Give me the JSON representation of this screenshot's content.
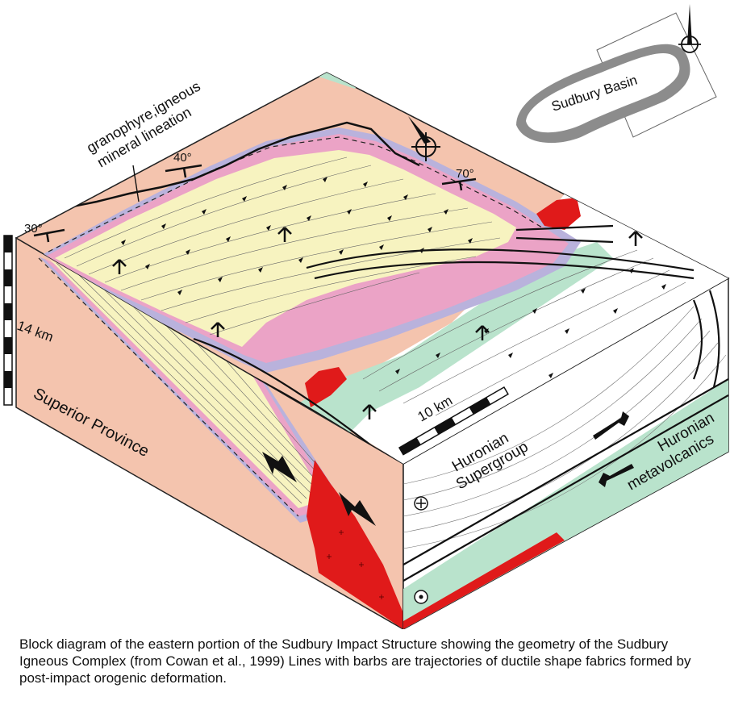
{
  "labels": {
    "granophyre_line1": "granophyre,igneous",
    "granophyre_line2": "mineral lineation",
    "superior_province": "Superior Province",
    "huronian_supergroup_line1": "Huronian",
    "huronian_supergroup_line2": "Supergroup",
    "huronian_metavolcanics_line1": "Huronian",
    "huronian_metavolcanics_line2": "metavolcanics",
    "depth_scale": "14 km",
    "map_scale": "10 km",
    "inset_title": "Sudbury Basin",
    "dip_30": "30°",
    "dip_40": "40°",
    "dip_70": "70°"
  },
  "caption": "Block diagram of the eastern portion of the Sudbury Impact Structure showing the geometry of the Sudbury Igneous Complex (from Cowan et al., 1999)  Lines with barbs are trajectories of ductile shape fabrics formed by post-impact orogenic deformation.",
  "colors": {
    "superior_province": "#f4c4ae",
    "huronian_metavolcanics": "#b9e3cc",
    "granophyre": "#f7f3c0",
    "norite_pink": "#eba3c6",
    "sublayer_purple": "#b9b2dc",
    "intrusive_red": "#e01a1a",
    "huronian_supergroup": "#ffffff"
  },
  "icons": [
    "north-arrow-icon",
    "scale-bar-icon",
    "out-of-page-symbol-icon",
    "into-page-symbol-icon"
  ]
}
